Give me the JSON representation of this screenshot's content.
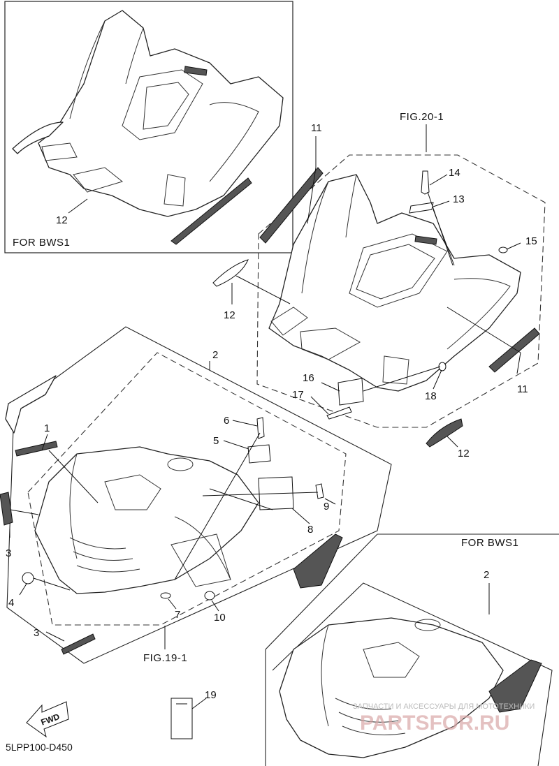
{
  "diagram": {
    "fig_labels": {
      "rear": "FIG.20-1",
      "front": "FIG.19-1"
    },
    "inset_labels": {
      "top_left": "FOR BWS1",
      "bottom_right": "FOR BWS1"
    },
    "code": "5LPP100-D450",
    "fwd_label": "FWD",
    "watermark": {
      "small": "ЗАПЧАСТИ И АКСЕССУАРЫ ДЛЯ МОТОТЕХНИКИ",
      "big": "PARTSFOR.RU"
    },
    "callouts": {
      "c1": "1",
      "c2": "2",
      "c2b": "2",
      "c3a": "3",
      "c3b": "3",
      "c4": "4",
      "c5": "5",
      "c6": "6",
      "c7": "7",
      "c8": "8",
      "c9": "9",
      "c10": "10",
      "c11a": "11",
      "c11b": "11",
      "c12a": "12",
      "c12b": "12",
      "c12c": "12",
      "c13": "13",
      "c14": "14",
      "c15": "15",
      "c16": "16",
      "c17": "17",
      "c18": "18",
      "c19": "19"
    }
  }
}
